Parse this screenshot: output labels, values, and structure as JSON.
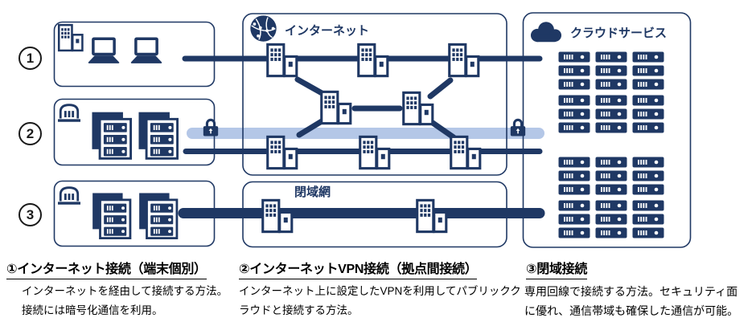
{
  "diagram": {
    "markers": [
      {
        "label": "1"
      },
      {
        "label": "2"
      },
      {
        "label": "3"
      }
    ],
    "internet_label": "インターネット",
    "cloud_label": "クラウドサービス",
    "closed_network_label": "閉域網"
  },
  "captions": [
    {
      "title": "①インターネット接続（端末個別）",
      "lines": [
        "インターネットを経由して接続する方法。",
        "接続には暗号化通信を利用。"
      ]
    },
    {
      "title": "②インターネットVPN接続（拠点間接続）",
      "lines": [
        "インターネット上に設定したVPNを利用してパブリックク",
        "ラウドと接続する方法。"
      ]
    },
    {
      "title": "③閉域接続",
      "lines": [
        "専用回線で接続する方法。セキュリティ面",
        "に優れ、通信帯域も確保した通信が可能。"
      ]
    }
  ],
  "icons": {
    "globe": "globe-network-icon",
    "cloud": "cloud-icon",
    "building": "office-building-icon",
    "laptop": "laptop-icon",
    "bank": "datacenter-building-icon",
    "server_stack": "server-rack-stack-icon",
    "server_unit": "server-unit-icon",
    "lock": "padlock-icon"
  },
  "colors": {
    "navy": "#1f3864",
    "vpn_band": "#b4c7e7",
    "box_border": "#1f3864",
    "text": "#000000",
    "background": "#ffffff"
  }
}
